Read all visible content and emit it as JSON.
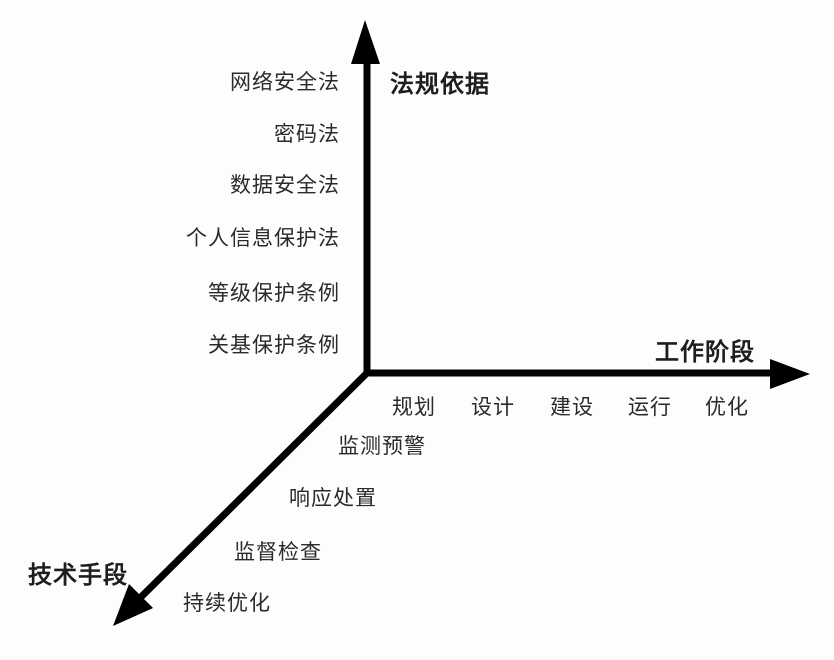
{
  "axes": {
    "vertical": {
      "title": "法规依据",
      "items": [
        "网络安全法",
        "密码法",
        "数据安全法",
        "个人信息保护法",
        "等级保护条例",
        "关基保护条例"
      ]
    },
    "horizontal": {
      "title": "工作阶段",
      "items": [
        "规划",
        "设计",
        "建设",
        "运行",
        "优化"
      ]
    },
    "diagonal": {
      "title": "技术手段",
      "items": [
        "监测预警",
        "响应处置",
        "监督检查",
        "持续优化"
      ]
    }
  },
  "colors": {
    "axis": "#000000",
    "text": "#2a2a2a",
    "background": "#fdfdfd"
  }
}
